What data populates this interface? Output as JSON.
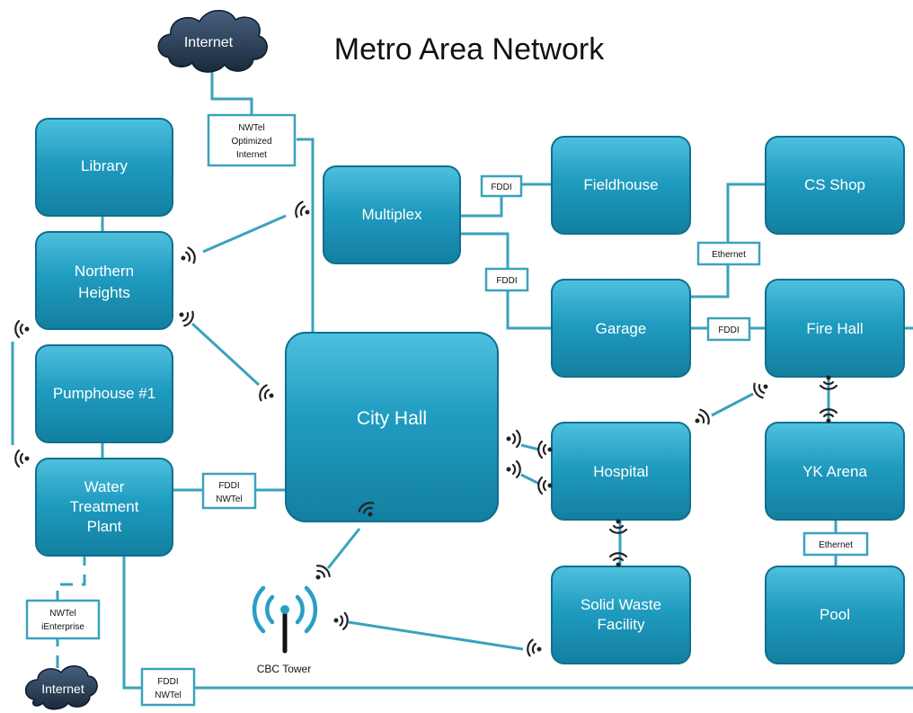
{
  "title": "Metro Area Network",
  "colors": {
    "node_fill": "#1f9cc0",
    "node_stroke": "#0f6f8c",
    "link": "#3aa2bd",
    "cloud": "#2a3d55"
  },
  "clouds": {
    "top": "Internet",
    "bottom": "Internet"
  },
  "nodes": {
    "library": [
      "Library"
    ],
    "northern_heights": [
      "Northern",
      "Heights"
    ],
    "pumphouse": [
      "Pumphouse #1"
    ],
    "water_treatment": [
      "Water",
      "Treatment",
      "Plant"
    ],
    "multiplex": [
      "Multiplex"
    ],
    "city_hall": [
      "City Hall"
    ],
    "fieldhouse": [
      "Fieldhouse"
    ],
    "garage": [
      "Garage"
    ],
    "hospital": [
      "Hospital"
    ],
    "solid_waste": [
      "Solid Waste",
      "Facility"
    ],
    "cs_shop": [
      "CS Shop"
    ],
    "fire_hall": [
      "Fire Hall"
    ],
    "yk_arena": [
      "YK Arena"
    ],
    "pool": [
      "Pool"
    ]
  },
  "connectors": {
    "nwtel_optimized": [
      "NWTel",
      "Optimized",
      "Internet"
    ],
    "fddi_multiplex_fieldhouse": [
      "FDDI"
    ],
    "fddi_multiplex_garage": [
      "FDDI"
    ],
    "ethernet_garage_csshop": [
      "Ethernet"
    ],
    "fddi_garage_firehall": [
      "FDDI"
    ],
    "fddi_nwtel_waterplant": [
      "FDDI",
      "NWTel"
    ],
    "nwtel_ienterprise": [
      "NWTel",
      "iEnterprise"
    ],
    "fddi_nwtel_bottom": [
      "FDDI",
      "NWTel"
    ],
    "ethernet_arena_pool": [
      "Ethernet"
    ]
  },
  "tower_label": "CBC  Tower",
  "icons": [
    "wifi-signal-icon",
    "radio-tower-icon",
    "cloud-icon"
  ]
}
